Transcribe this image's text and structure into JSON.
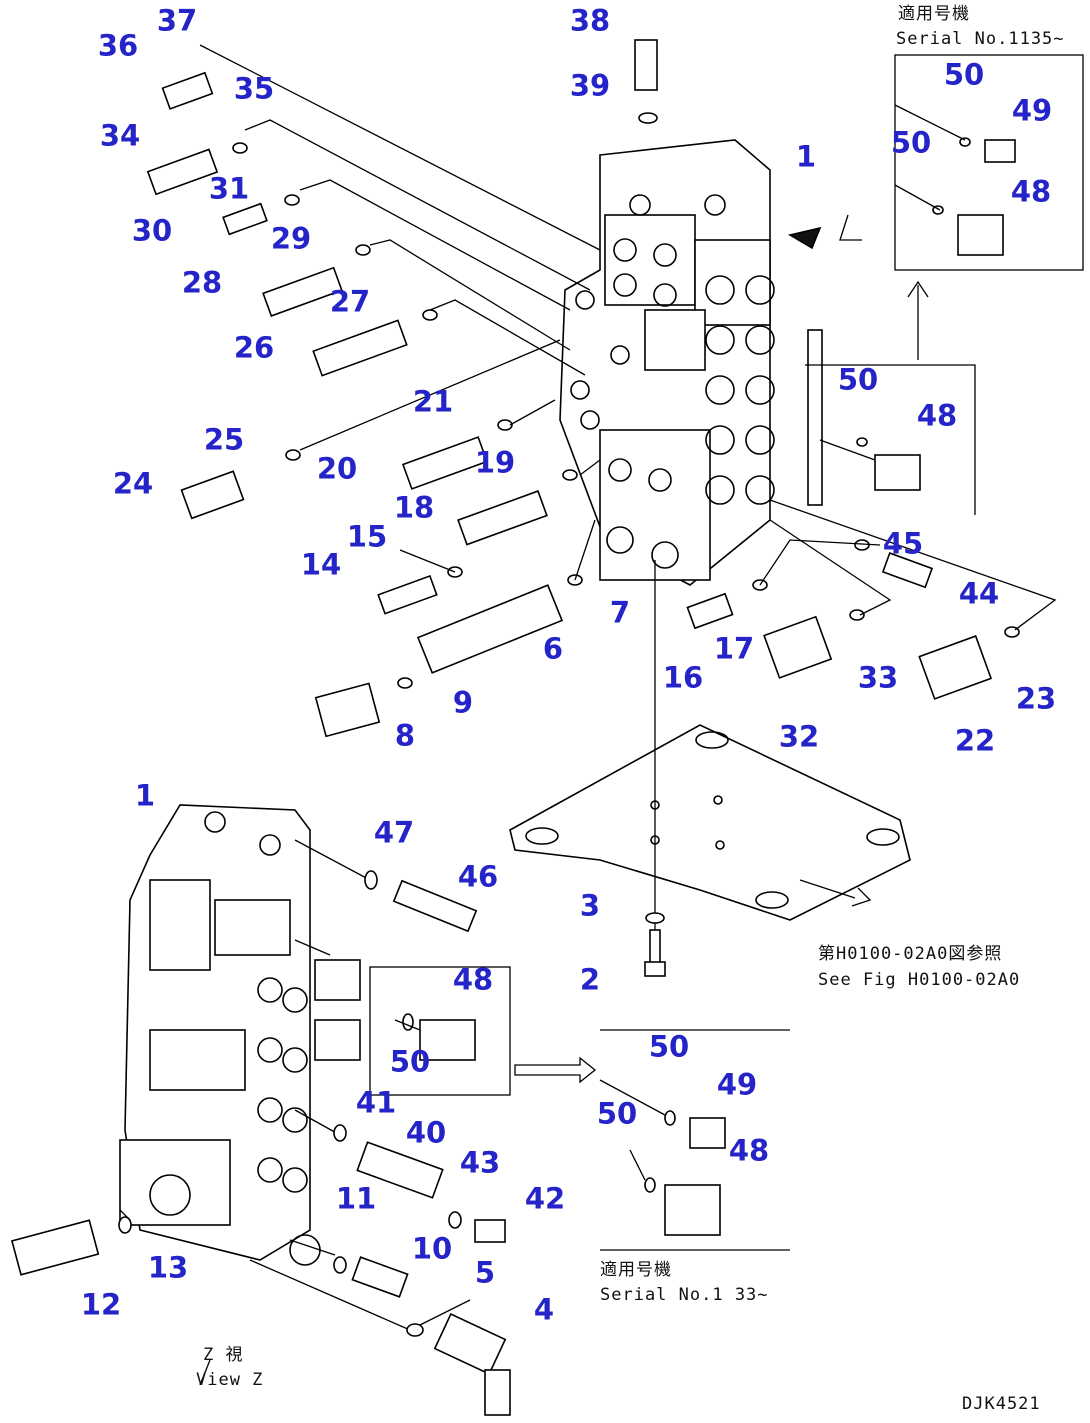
{
  "callouts": {
    "c1": "1",
    "c1b": "1",
    "c2": "2",
    "c3": "3",
    "c4": "4",
    "c5": "5",
    "c6": "6",
    "c7": "7",
    "c8": "8",
    "c9": "9",
    "c10": "10",
    "c11": "11",
    "c12": "12",
    "c13": "13",
    "c14": "14",
    "c15": "15",
    "c16": "16",
    "c17": "17",
    "c18": "18",
    "c19": "19",
    "c20": "20",
    "c21": "21",
    "c22": "22",
    "c23": "23",
    "c24": "24",
    "c25": "25",
    "c26": "26",
    "c27": "27",
    "c28": "28",
    "c29": "29",
    "c30": "30",
    "c31": "31",
    "c32": "32",
    "c33": "33",
    "c34": "34",
    "c35": "35",
    "c36": "36",
    "c37": "37",
    "c38": "38",
    "c39": "39",
    "c40": "40",
    "c41": "41",
    "c42": "42",
    "c43": "43",
    "c44": "44",
    "c45": "45",
    "c46": "46",
    "c47": "47",
    "c48a": "48",
    "c48b": "48",
    "c48c": "48",
    "c48d": "48",
    "c49a": "49",
    "c49b": "49",
    "c50a": "50",
    "c50b": "50",
    "c50c": "50",
    "c50d": "50",
    "c50e": "50",
    "c50f": "50"
  },
  "notes": {
    "serial_top_jp": "適用号機",
    "serial_top_en": "Serial No.1135~",
    "serial_bottom_jp": "適用号機",
    "serial_bottom_en": "Serial No.1 33~",
    "fig_ref_jp": "第H0100-02A0図参照",
    "fig_ref_en": "See Fig H0100-02A0",
    "view_jp": "Z 視",
    "view_en": "View Z",
    "drawing_code": "DJK4521"
  }
}
